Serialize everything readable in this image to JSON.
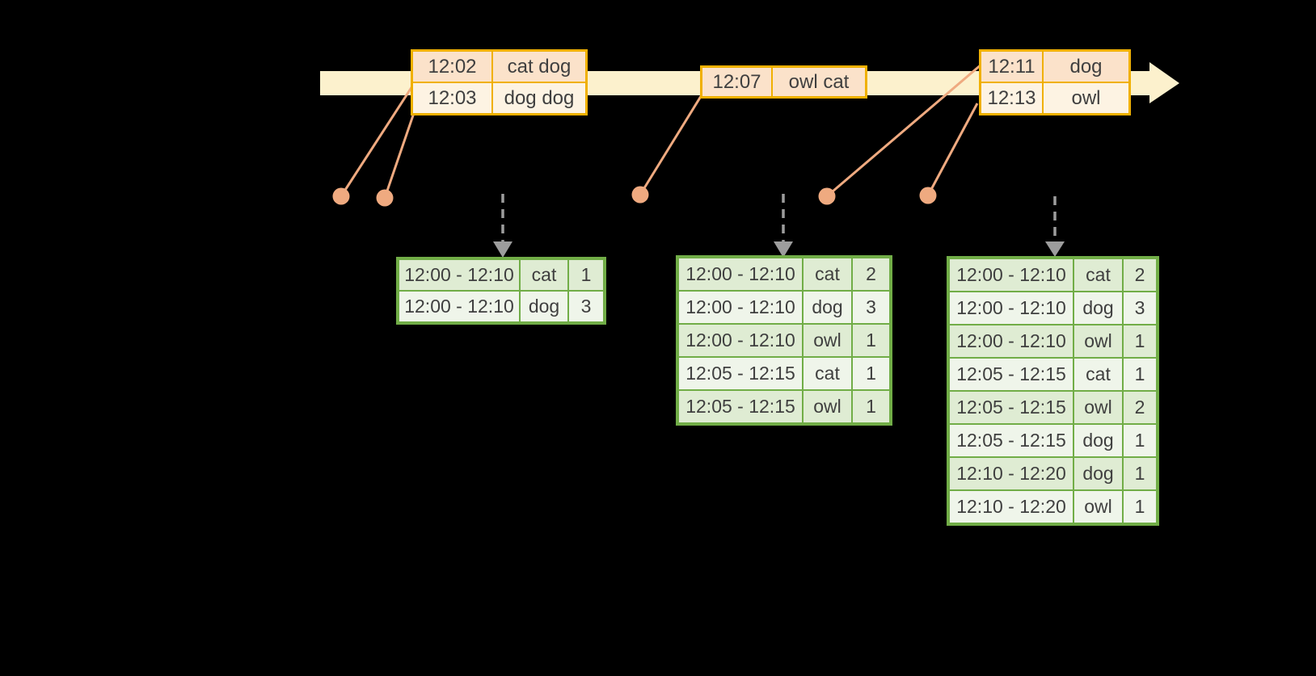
{
  "colors": {
    "background": "#000000",
    "timeline_fill": "#fcf1cd",
    "event_border": "#f0b000",
    "event_row_peach": "#fbe2ca",
    "event_row_cream": "#fdf3e3",
    "connector": "#efaa80",
    "result_border": "#71ad47",
    "result_row_dark": "#dfecd3",
    "result_row_light": "#eff5ea",
    "trigger_gray": "#9d9d9d",
    "text_color": "#3f3f3f"
  },
  "event_tables": [
    {
      "rows": [
        {
          "time": "12:02",
          "words": "cat dog"
        },
        {
          "time": "12:03",
          "words": "dog dog"
        }
      ]
    },
    {
      "rows": [
        {
          "time": "12:07",
          "words": "owl cat"
        }
      ]
    },
    {
      "rows": [
        {
          "time": "12:11",
          "words": "dog"
        },
        {
          "time": "12:13",
          "words": "owl"
        }
      ]
    }
  ],
  "result_tables": [
    {
      "rows": [
        {
          "window": "12:00 - 12:10",
          "word": "cat",
          "count": "1"
        },
        {
          "window": "12:00 - 12:10",
          "word": "dog",
          "count": "3"
        }
      ]
    },
    {
      "rows": [
        {
          "window": "12:00 - 12:10",
          "word": "cat",
          "count": "2"
        },
        {
          "window": "12:00 - 12:10",
          "word": "dog",
          "count": "3"
        },
        {
          "window": "12:00 - 12:10",
          "word": "owl",
          "count": "1"
        },
        {
          "window": "12:05 - 12:15",
          "word": "cat",
          "count": "1"
        },
        {
          "window": "12:05 - 12:15",
          "word": "owl",
          "count": "1"
        }
      ]
    },
    {
      "rows": [
        {
          "window": "12:00 - 12:10",
          "word": "cat",
          "count": "2"
        },
        {
          "window": "12:00 - 12:10",
          "word": "dog",
          "count": "3"
        },
        {
          "window": "12:00 - 12:10",
          "word": "owl",
          "count": "1"
        },
        {
          "window": "12:05 - 12:15",
          "word": "cat",
          "count": "1"
        },
        {
          "window": "12:05 - 12:15",
          "word": "owl",
          "count": "2"
        },
        {
          "window": "12:05 - 12:15",
          "word": "dog",
          "count": "1"
        },
        {
          "window": "12:10 - 12:20",
          "word": "dog",
          "count": "1"
        },
        {
          "window": "12:10 - 12:20",
          "word": "owl",
          "count": "1"
        }
      ]
    }
  ]
}
